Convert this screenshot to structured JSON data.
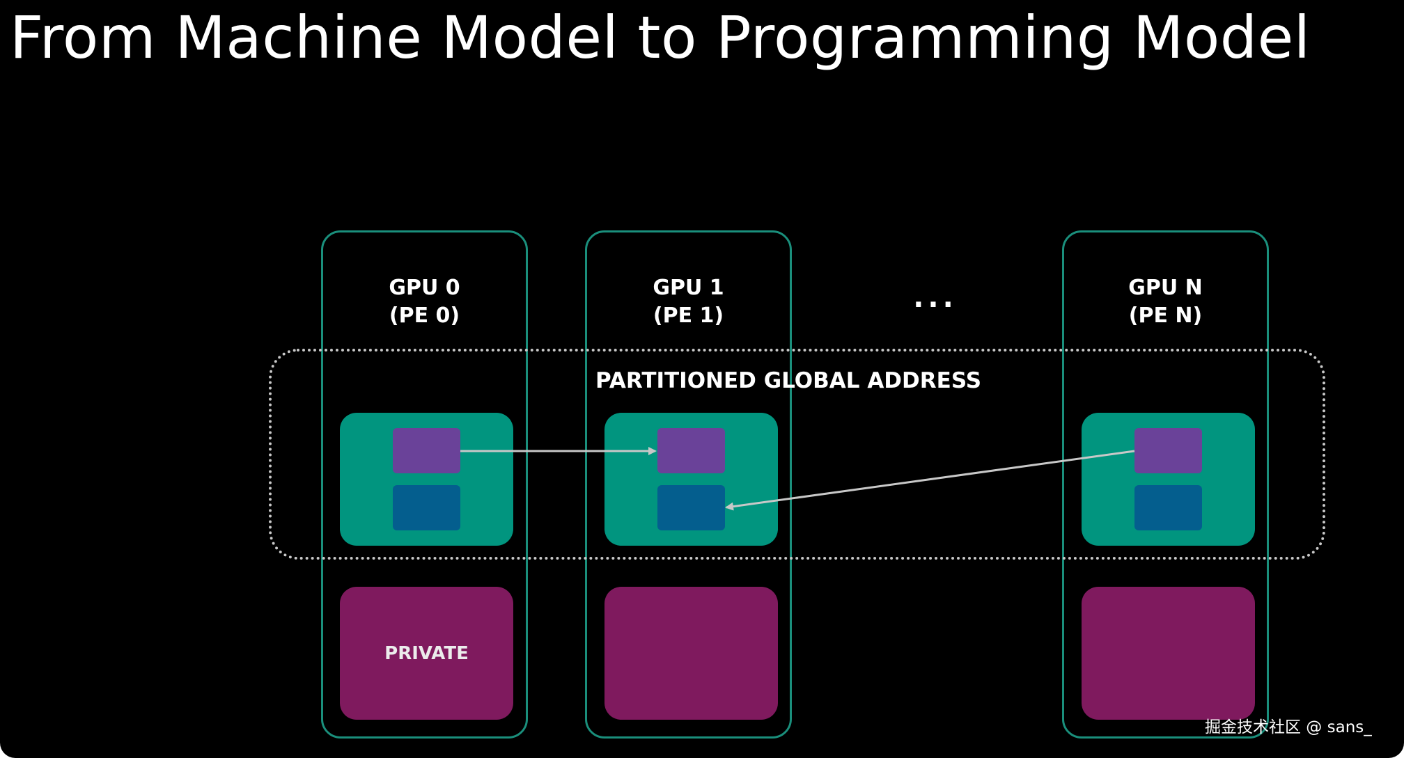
{
  "title": "From Machine Model to Programming Model",
  "gpus": [
    {
      "name": "GPU 0",
      "pe": "(PE 0)",
      "private_label": "PRIVATE"
    },
    {
      "name": "GPU 1",
      "pe": "(PE 1)",
      "private_label": ""
    },
    {
      "name": "GPU N",
      "pe": "(PE N)",
      "private_label": ""
    }
  ],
  "ellipsis": "...",
  "partitioned_global_address_label": "PARTITIONED GLOBAL ADDRESS",
  "watermark": "掘金技术社区 @ sans_",
  "colors": {
    "background": "#000000",
    "gpu_border": "#1a8f7c",
    "symmetric_memory": "#01957f",
    "purple_buffer": "#6a4299",
    "blue_buffer": "#045e8e",
    "private_memory": "#7f1a5e",
    "arrow": "#c8c8c8"
  }
}
